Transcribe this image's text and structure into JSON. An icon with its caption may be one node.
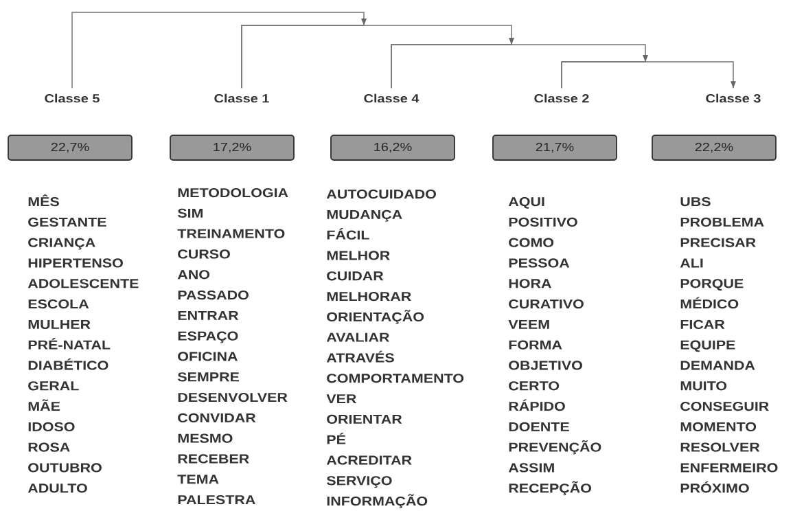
{
  "diagram": {
    "nodes": [
      {
        "text": [
          "Classe 5"
        ]
      },
      {
        "text": [
          "Classe 1"
        ]
      },
      {
        "text": [
          "Classe 4"
        ]
      },
      {
        "text": [
          "Classe 2"
        ]
      },
      {
        "text": [
          "Classe 3"
        ]
      },
      {
        "text": [
          "22,7%"
        ],
        "beside": [
          "MÊS",
          "GESTANTE",
          "CRIANÇA",
          "HIPERTENSO",
          "ADOLESCENTE",
          "ESCOLA",
          "MULHER",
          "PRÉ-NATAL",
          "DIABÉTICO",
          "GERAL",
          "MÃE",
          "IDOSO",
          "ROSA",
          "OUTUBRO",
          "ADULTO"
        ]
      },
      {
        "text": [
          "17,2%"
        ],
        "beside": [
          "METODOLOGIA",
          "SIM",
          "TREINAMENTO",
          "CURSO",
          "ANO",
          "PASSADO",
          "ENTRAR",
          "ESPAÇO",
          "OFICINA",
          "SEMPRE",
          "DESENVOLVER",
          "CONVIDAR",
          "MESMO",
          "RECEBER",
          "TEMA",
          "PALESTRA"
        ]
      },
      {
        "text": [
          "16,2%"
        ],
        "beside": [
          "AUTOCUIDADO",
          "MUDANÇA",
          "FÁCIL",
          "MELHOR",
          "CUIDAR",
          "MELHORAR",
          "ORIENTAÇÃO",
          "AVALIAR",
          "ATRAVÉS",
          "COMPORTAMENTO",
          "VER",
          "ORIENTAR",
          "PÉ",
          "ACREDITAR",
          "SERVIÇO",
          "INFORMAÇÃO"
        ]
      },
      {
        "text": [
          "21,7%"
        ],
        "beside": [
          "AQUI",
          "POSITIVO",
          "COMO",
          "PESSOA",
          "HORA",
          "CURATIVO",
          "VEEM",
          "FORMA",
          "OBJETIVO",
          "CERTO",
          "RÁPIDO",
          "DOENTE",
          "PREVENÇÃO",
          "ASSIM",
          "RECEPÇÃO"
        ]
      },
      {
        "text": [
          "22,2%"
        ],
        "beside": [
          "UBS",
          "PROBLEMA",
          "PRECISAR",
          "ALI",
          "PORQUE",
          "MÉDICO",
          "FICAR",
          "EQUIPE",
          "DEMANDA",
          "MUITO",
          "CONSEGUIR",
          "MOMENTO",
          "RESOLVER",
          "ENFERMEIRO",
          "PRÓXIMO"
        ]
      }
    ],
    "edges": [
      {
        "from": 0,
        "to": 1,
        "arrow": "to"
      },
      {
        "from": 1,
        "to": 2,
        "arrow": "to"
      },
      {
        "from": 2,
        "to": 3,
        "arrow": "to"
      },
      {
        "from": 3,
        "to": 4,
        "arrow": "to"
      }
    ]
  }
}
